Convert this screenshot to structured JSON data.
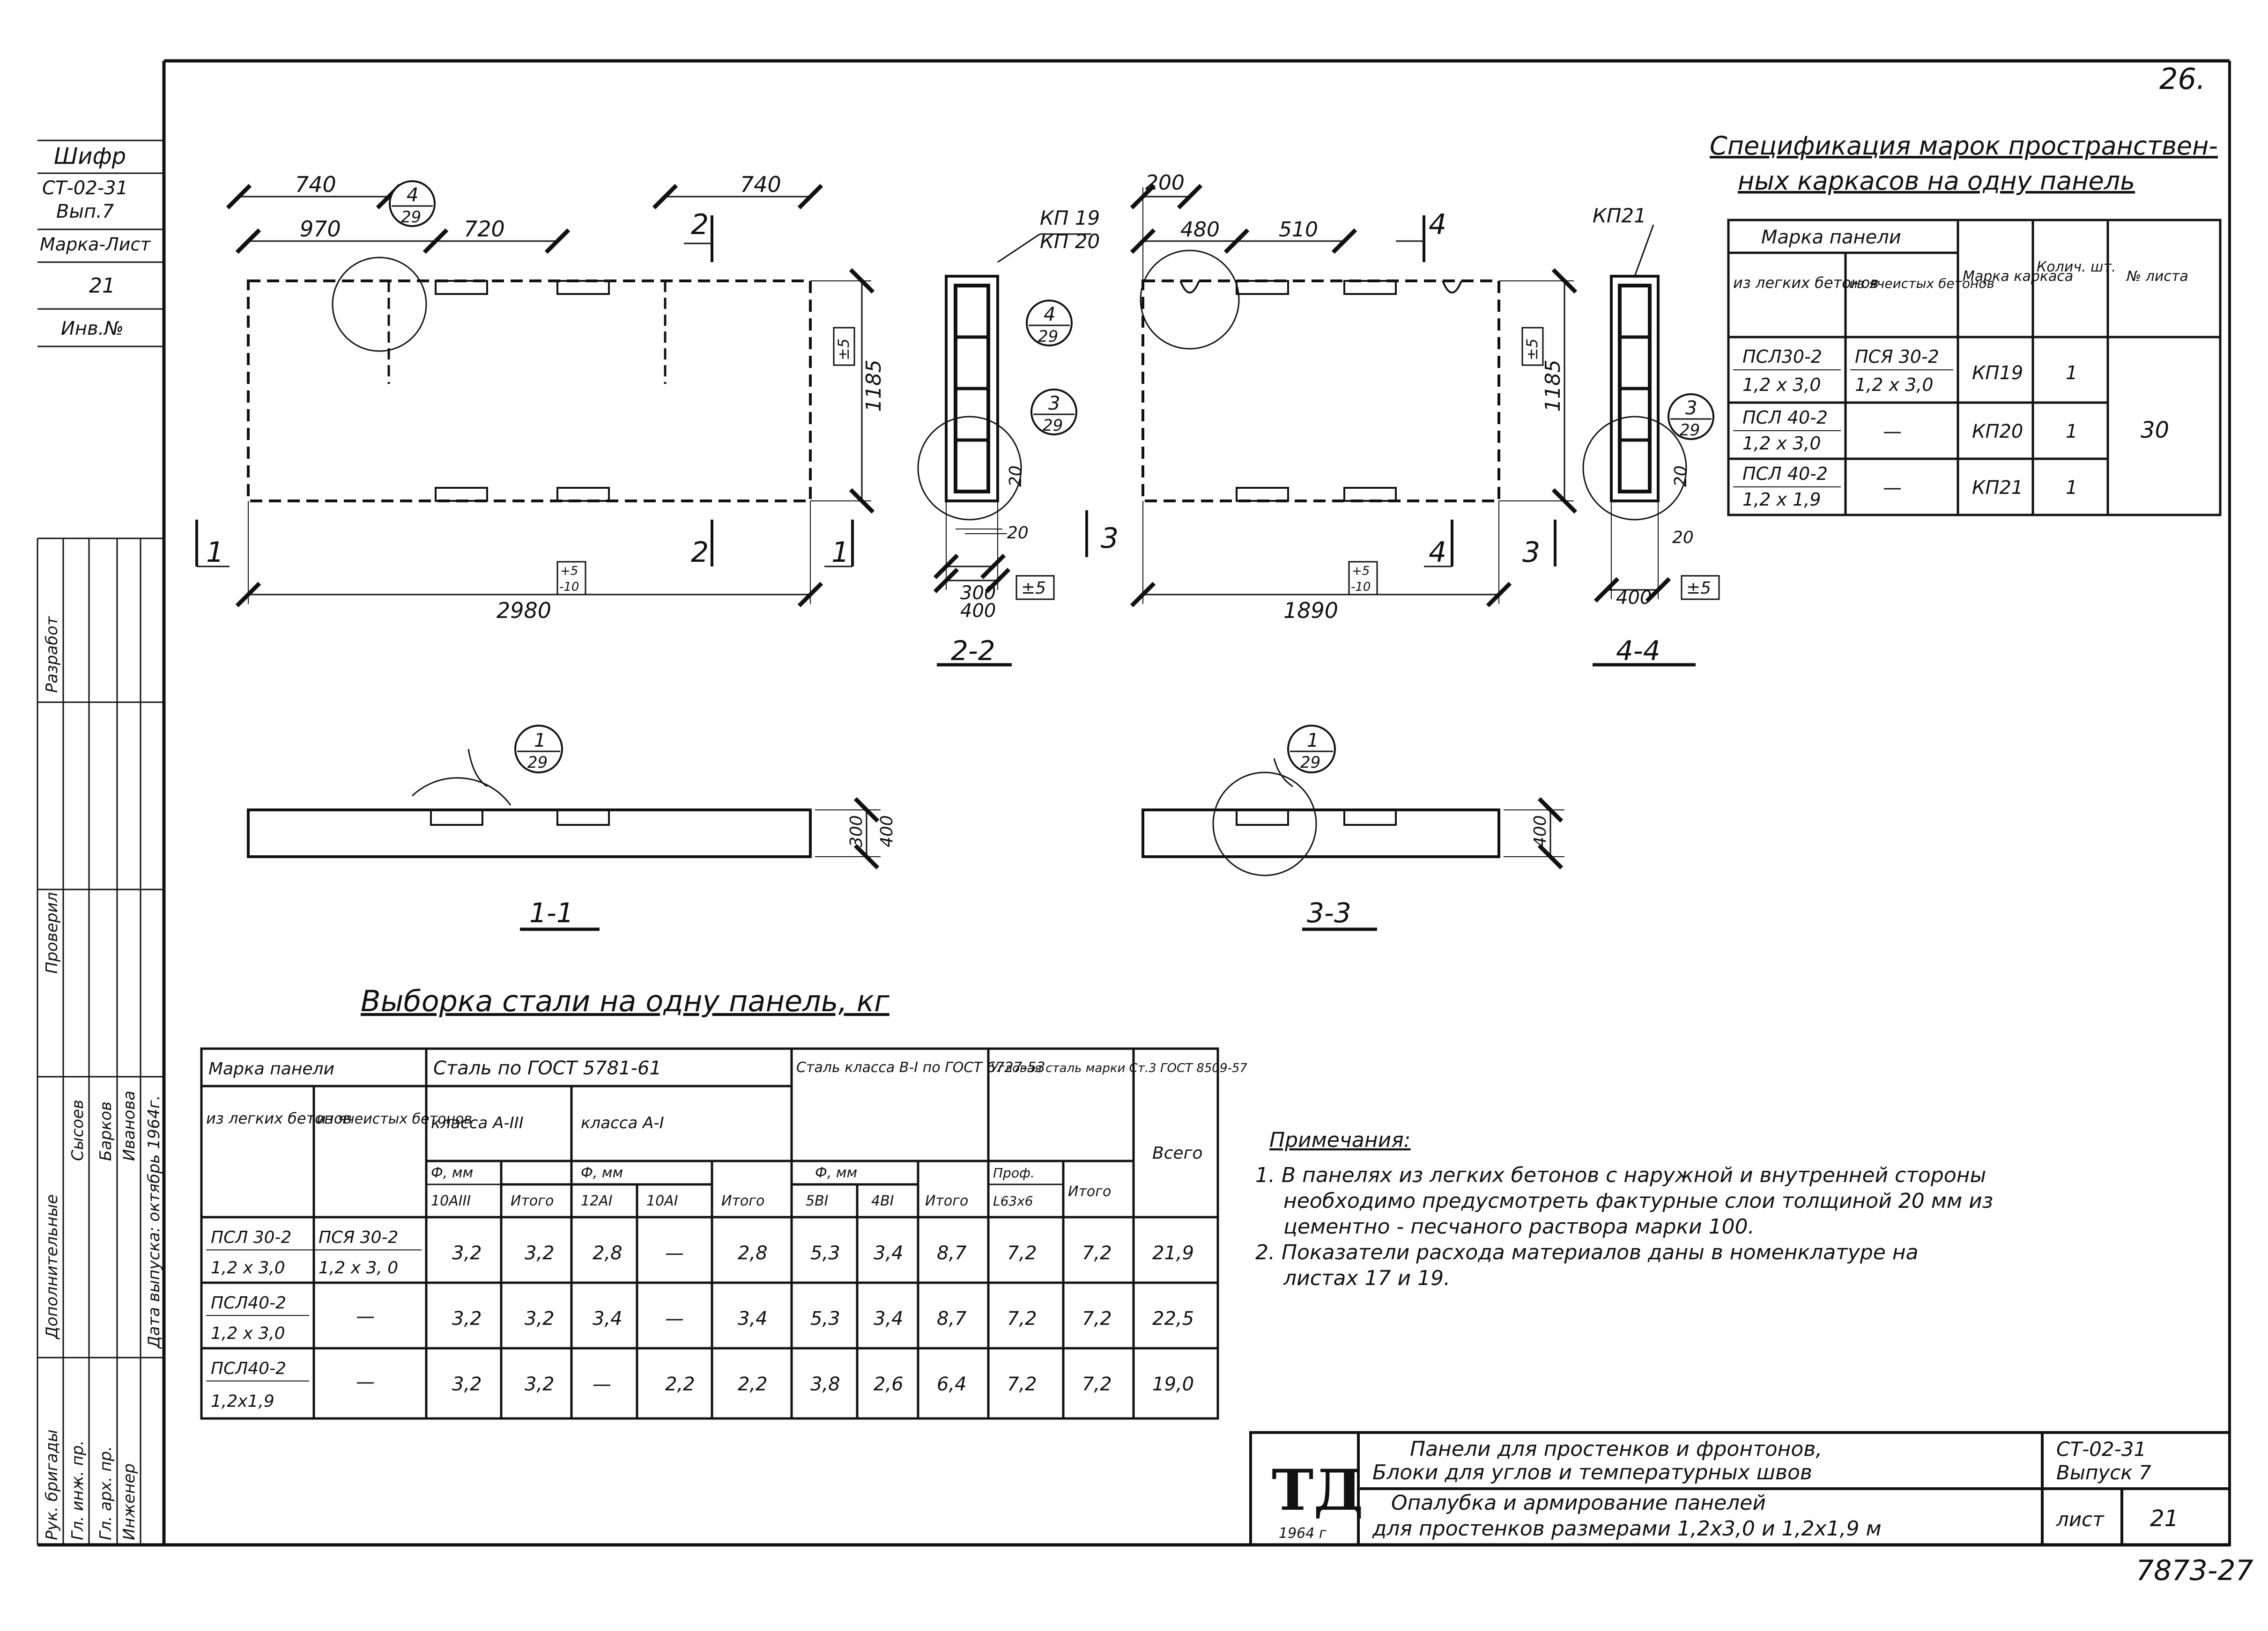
{
  "sheet_number_top": "26.",
  "archive_number": "7873-27",
  "left_strip": {
    "shifr_label": "Шифр",
    "shifr_value_1": "СТ-02-31",
    "shifr_value_2": "Вып.7",
    "marka_list_label": "Марка-Лист",
    "marka_list_value": "21",
    "inv_label": "Инв.№",
    "roles": [
      "Рук. бригады",
      "Гл. инж. пр.",
      "Гл. арх. пр.",
      "Инженер",
      "Дата выпуска: октябрь 1964г."
    ],
    "col_headers": [
      "Разработ",
      "Проверил",
      "Дополнительные"
    ],
    "names": [
      "Сысоев",
      "Барков",
      "Иванова"
    ]
  },
  "plan_left": {
    "dim_top_left": "740",
    "dim_top_right": "740",
    "dim_970": "970",
    "dim_720": "720",
    "dim_height": "1185",
    "dim_length": "2980",
    "tol_length": "+5\n-10",
    "tol_height": "±5",
    "callout_top": {
      "num": "4",
      "sheet": "29"
    },
    "section_marks": [
      "1",
      "1",
      "2",
      "2"
    ]
  },
  "section_2_2": {
    "label": "2-2",
    "kp_labels": [
      "КП 19",
      "КП 20"
    ],
    "callout_4": {
      "num": "4",
      "sheet": "29"
    },
    "callout_3": {
      "num": "3",
      "sheet": "29"
    },
    "dims": [
      "300",
      "400",
      "20",
      "20"
    ],
    "tol": "±5"
  },
  "plan_right": {
    "dim_200": "200",
    "dim_480": "480",
    "dim_510": "510",
    "dim_height": "1185",
    "dim_length": "1890",
    "tol_length": "+5\n-10",
    "tol_height": "±5",
    "section_marks": [
      "3",
      "3",
      "4",
      "4"
    ]
  },
  "section_4_4": {
    "label": "4-4",
    "kp_label": "КП21",
    "callout_3": {
      "num": "3",
      "sheet": "29"
    },
    "dims": [
      "400",
      "20",
      "20"
    ],
    "tol": "±5"
  },
  "section_1_1": {
    "label": "1-1",
    "callout": {
      "num": "1",
      "sheet": "29"
    },
    "dims": [
      "300",
      "400"
    ]
  },
  "section_3_3": {
    "label": "3-3",
    "callout": {
      "num": "1",
      "sheet": "29"
    },
    "dims": [
      "400"
    ]
  },
  "spec_table": {
    "title_line1": "Спецификация марок пространствен-",
    "title_line2": "ных каркасов на одну панель",
    "headers": {
      "panel_mark": "Марка панели",
      "light_concrete": "из легких бетонов",
      "cellular_concrete": "из ячеистых бетонов",
      "frame_mark": "Марка каркаса",
      "qty": "Колич. шт.",
      "sheet_no": "№ листа"
    },
    "rows": [
      {
        "light_a": "ПСЛ30-2",
        "light_b": "1,2 х 3,0",
        "cell_a": "ПСЯ 30-2",
        "cell_b": "1,2 х 3,0",
        "frame": "КП19",
        "qty": "1"
      },
      {
        "light_a": "ПСЛ 40-2",
        "light_b": "1,2 х 3,0",
        "cell_a": "—",
        "cell_b": "",
        "frame": "КП20",
        "qty": "1"
      },
      {
        "light_a": "ПСЛ 40-2",
        "light_b": "1,2 х 1,9",
        "cell_a": "—",
        "cell_b": "",
        "frame": "КП21",
        "qty": "1"
      }
    ],
    "sheet_value": "30"
  },
  "steel_table": {
    "title": "Выборка стали на одну панель, кг",
    "headers": {
      "panel_mark": "Марка панели",
      "light_concrete": "из легких бетонов",
      "cellular_concrete": "из ячеистых бетонов",
      "steel_gost": "Сталь по ГОСТ 5781-61",
      "class_a3": "класса А-III",
      "class_a1": "класса А-I",
      "steel_b1": "Сталь класса В-I по ГОСТ 6727-53",
      "angle_steel": "Угловая сталь марки Ст.3 ГОСТ 8509-57",
      "total": "Всего",
      "phi_mm": "Ф, мм",
      "itogo": "Итого",
      "d10a3": "10АIII",
      "d12a1": "12АI",
      "d10a1": "10АI",
      "d5b1": "5ВI",
      "d4b1": "4ВI",
      "prof": "Проф.",
      "prof_val": "L63x6"
    },
    "rows": [
      {
        "light_a": "ПСЛ 30-2",
        "light_b": "1,2 х 3,0",
        "cell_a": "ПСЯ 30-2",
        "cell_b": "1,2 х 3, 0",
        "v": [
          "3,2",
          "3,2",
          "2,8",
          "—",
          "2,8",
          "5,3",
          "3,4",
          "8,7",
          "7,2",
          "7,2",
          "21,9"
        ]
      },
      {
        "light_a": "ПСЛ40-2",
        "light_b": "1,2 х 3,0",
        "cell_a": "—",
        "cell_b": "",
        "v": [
          "3,2",
          "3,2",
          "3,4",
          "—",
          "3,4",
          "5,3",
          "3,4",
          "8,7",
          "7,2",
          "7,2",
          "22,5"
        ]
      },
      {
        "light_a": "ПСЛ40-2",
        "light_b": "1,2х1,9",
        "cell_a": "—",
        "cell_b": "",
        "v": [
          "3,2",
          "3,2",
          "—",
          "2,2",
          "2,2",
          "3,8",
          "2,6",
          "6,4",
          "7,2",
          "7,2",
          "19,0"
        ]
      }
    ]
  },
  "notes": {
    "title": "Примечания:",
    "lines": [
      "1.  В панелях из легких бетонов с наружной и внутренней стороны",
      "необходимо предусмотреть фактурные слои толщиной 20 мм из",
      "цементно - песчаного раствора марки 100.",
      "2.  Показатели расхода материалов даны в номенклатуре на",
      "листах 17 и 19."
    ]
  },
  "title_block": {
    "logo": "ТД",
    "year": "1964 г",
    "title_line1": "Панели для простенков и фронтонов,",
    "title_line2": "Блоки для углов и температурных швов",
    "subtitle_line1": "Опалубка и армирование панелей",
    "subtitle_line2": "для простенков размерами 1,2х3,0 и 1,2х1,9 м",
    "code": "СТ-02-31",
    "issue": "Выпуск 7",
    "sheet_label": "лист",
    "sheet_value": "21"
  }
}
